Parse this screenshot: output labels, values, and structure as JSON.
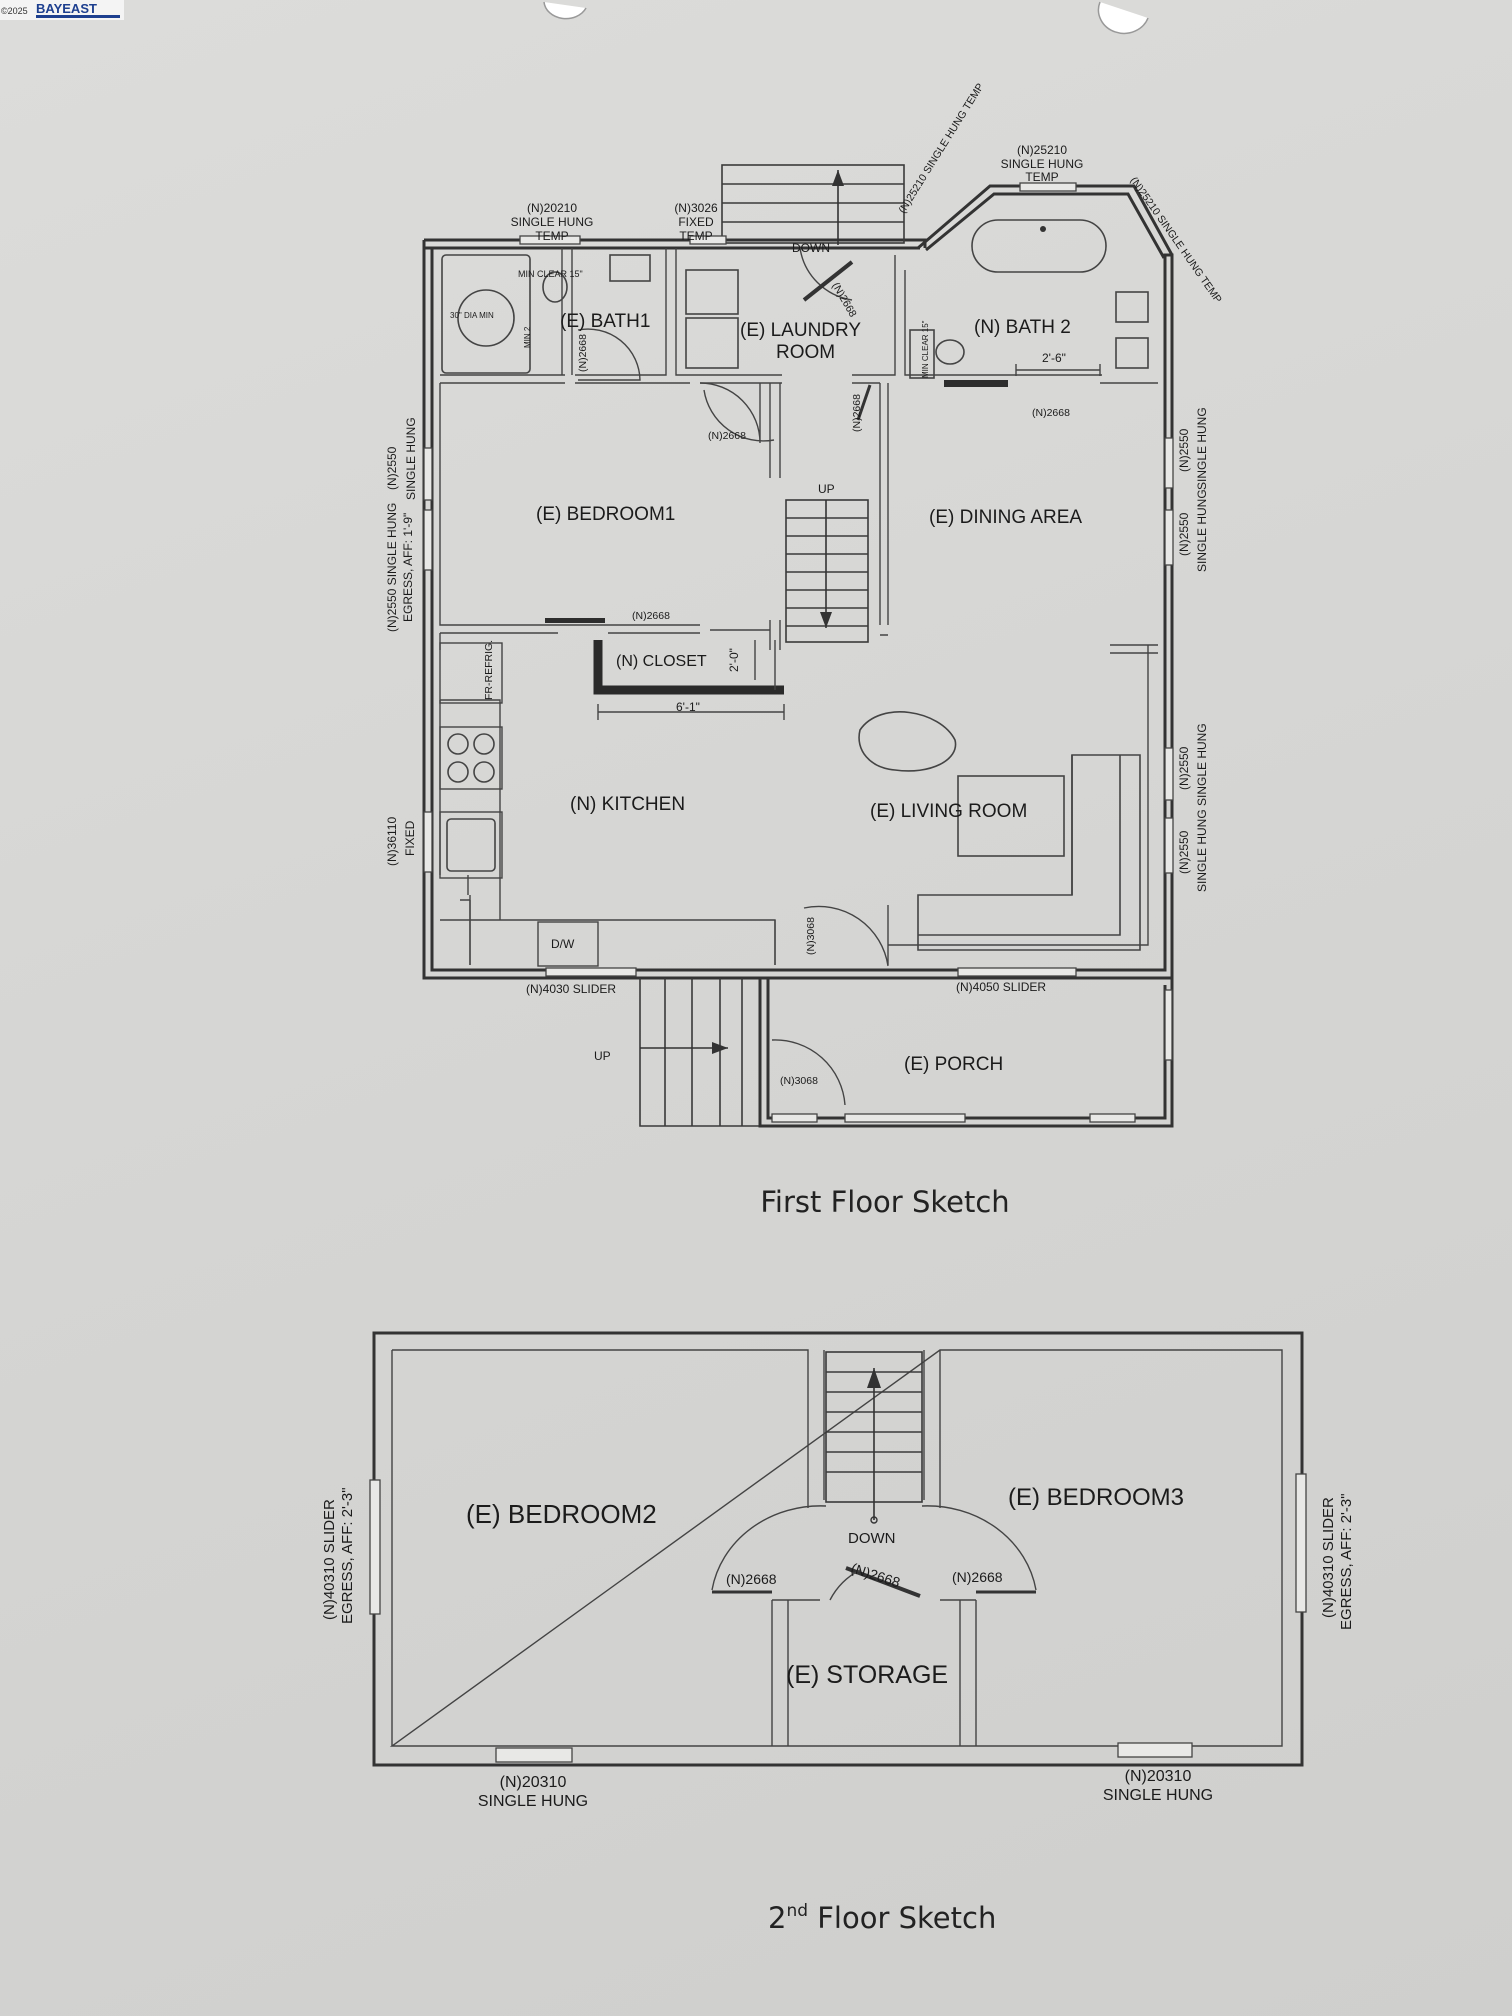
{
  "watermark": {
    "copyright": "©2025",
    "logo_text": "BAYEAST"
  },
  "first_floor": {
    "title": "First Floor Sketch",
    "rooms": {
      "bath1": "(E) BATH1",
      "laundry_1": "(E) LAUNDRY",
      "laundry_2": "ROOM",
      "bath2": "(N) BATH 2",
      "bedroom1": "(E) BEDROOM1",
      "dining": "(E) DINING AREA",
      "closet": "(N) CLOSET",
      "kitchen": "(N) KITCHEN",
      "living": "(E) LIVING ROOM",
      "porch": "(E) PORCH"
    },
    "windows": {
      "bath1_win_1": "(N)20210",
      "bath1_win_2": "SINGLE HUNG",
      "bath1_win_3": "TEMP",
      "laundry_win_1": "(N)3026",
      "laundry_win_2": "FIXED",
      "laundry_win_3": "TEMP",
      "bath2_top_1": "(N)25210",
      "bath2_top_2": "SINGLE HUNG",
      "bath2_top_3": "TEMP",
      "bath2_diag_left": "(N)25210 SINGLE HUNG TEMP",
      "bath2_diag_right": "(N)25210 SINGLE HUNG TEMP",
      "bedroom1_top_1": "(N)2550",
      "bedroom1_top_2": "SINGLE HUNG",
      "bedroom1_bottom_1": "(N)2550 SINGLE HUNG",
      "bedroom1_bottom_2": "EGRESS, AFF: 1'-9\"",
      "dining_top_1": "(N)2550",
      "dining_top_2": "SINGLE HUNG",
      "dining_bottom_1": "(N)2550",
      "dining_bottom_2": "SINGLE HUNG",
      "living_top_1": "(N)2550",
      "living_top_2": "SINGLE HUNG",
      "living_bottom_1": "(N)2550",
      "living_bottom_2": "SINGLE HUNG",
      "kitchen_win_1": "(N)36110",
      "kitchen_win_2": "FIXED",
      "slider_left": "(N)4030 SLIDER",
      "slider_right": "(N)4050 SLIDER"
    },
    "doors": {
      "bath1": "(N)2668",
      "laundry_top": "(N)2668",
      "laundry_side": "(N)2668",
      "bedroom1_top": "(N)2668",
      "bath2": "(N)2668",
      "bedroom1_bottom": "(N)2668",
      "entry": "(N)3068",
      "porch": "(N)3068"
    },
    "fixtures": {
      "fr_refrig": "FR-REFRIG.",
      "dw": "D/W",
      "shower_dia": "30\" DIA MIN",
      "bath1_clear": "MIN CLEAR 15\"",
      "bath1_side": "MIN 2",
      "bath2_clear": "MIN CLEAR 15\""
    },
    "dimensions": {
      "closet_w": "6'-1\"",
      "closet_d": "2'-0\"",
      "bath2_w": "2'-6\""
    },
    "stairs": {
      "main_up": "UP",
      "down_top": "DOWN",
      "porch_up": "UP"
    }
  },
  "second_floor": {
    "title_main": "2",
    "title_sup": "nd",
    "title_rest": " Floor Sketch",
    "rooms": {
      "bedroom2": "(E) BEDROOM2",
      "bedroom3": "(E) BEDROOM3",
      "storage": "(E) STORAGE"
    },
    "windows": {
      "left_1": "(N)40310 SLIDER",
      "left_2": "EGRESS, AFF: 2'-3\"",
      "right_1": "(N)40310 SLIDER",
      "right_2": "EGRESS, AFF: 2'-3\"",
      "bottom_left_1": "(N)20310",
      "bottom_left_2": "SINGLE HUNG",
      "bottom_right_1": "(N)20310",
      "bottom_right_2": "SINGLE HUNG"
    },
    "doors": {
      "left": "(N)2668",
      "middle": "(N)2668",
      "right": "(N)2668"
    },
    "stairs": {
      "down": "DOWN"
    }
  }
}
